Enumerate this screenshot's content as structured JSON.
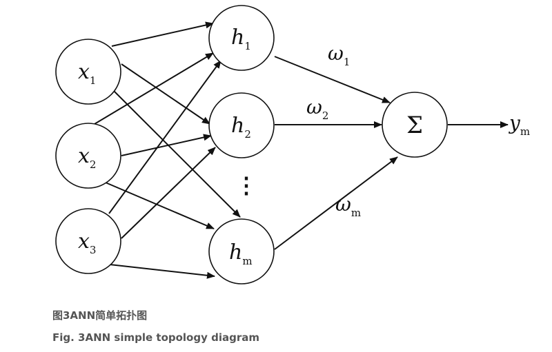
{
  "diagram": {
    "inputs": [
      {
        "id": "x1",
        "base": "x",
        "sub": "1"
      },
      {
        "id": "x2",
        "base": "x",
        "sub": "2"
      },
      {
        "id": "x3",
        "base": "x",
        "sub": "3"
      }
    ],
    "hidden": [
      {
        "id": "h1",
        "base": "h",
        "sub": "1"
      },
      {
        "id": "h2",
        "base": "h",
        "sub": "2"
      },
      {
        "id": "hm",
        "base": "h",
        "sub": "m"
      }
    ],
    "ellipsis": "⋮",
    "sum_symbol": "Σ",
    "weights": [
      {
        "base": "ω",
        "sub": "1"
      },
      {
        "base": "ω",
        "sub": "2"
      },
      {
        "base": "ω",
        "sub": "m"
      }
    ],
    "output": {
      "base": "y",
      "sub": "m"
    }
  },
  "caption": {
    "chinese": "图3ANN简单拓扑图",
    "english": "Fig. 3ANN simple topology diagram"
  }
}
